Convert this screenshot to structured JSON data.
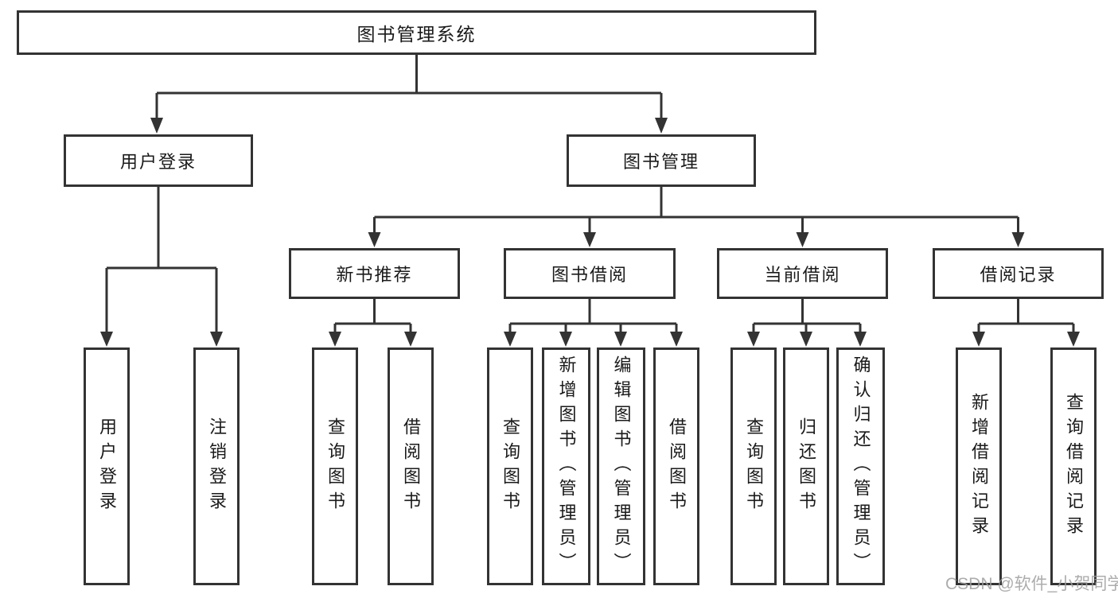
{
  "colors": {
    "line": "#333333",
    "box_border": "#333333",
    "text": "#1a1a1a",
    "watermark": "#9e9e9e",
    "background": "#ffffff"
  },
  "tree": {
    "root": {
      "label": "图书管理系统"
    },
    "branches": [
      {
        "label": "用户登录",
        "children": [
          {
            "label": "用户登录"
          },
          {
            "label": "注销登录"
          }
        ]
      },
      {
        "label": "图书管理",
        "children": [
          {
            "label": "新书推荐",
            "children": [
              {
                "label": "查询图书"
              },
              {
                "label": "借阅图书"
              }
            ]
          },
          {
            "label": "图书借阅",
            "children": [
              {
                "label": "查询图书"
              },
              {
                "label": "新增图书（管理员）"
              },
              {
                "label": "编辑图书（管理员）"
              },
              {
                "label": "借阅图书"
              }
            ]
          },
          {
            "label": "当前借阅",
            "children": [
              {
                "label": "查询图书"
              },
              {
                "label": "归还图书"
              },
              {
                "label": "确认归还（管理员）"
              }
            ]
          },
          {
            "label": "借阅记录",
            "children": [
              {
                "label": "新增借阅记录"
              },
              {
                "label": "查询借阅记录"
              }
            ]
          }
        ]
      }
    ]
  },
  "watermark": {
    "text": "CSDN @软件_小贺同学"
  }
}
